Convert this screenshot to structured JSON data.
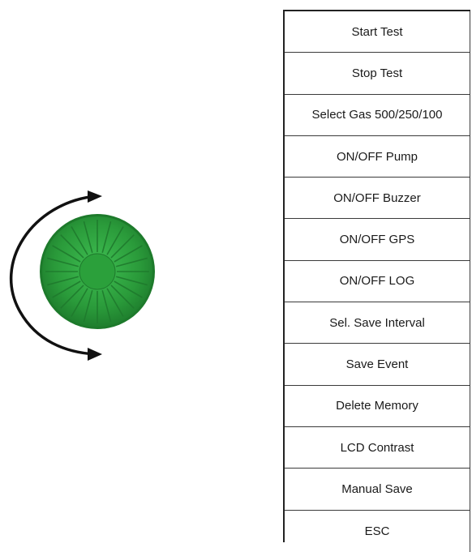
{
  "knob": {
    "icon": "rotary-encoder-knob-icon",
    "color": "#2e9e3e",
    "rotation_indicator": "double-arrow-arc-icon"
  },
  "menu": {
    "items": [
      {
        "label": "Start Test"
      },
      {
        "label": "Stop Test"
      },
      {
        "label": "Select Gas 500/250/100"
      },
      {
        "label": "ON/OFF Pump"
      },
      {
        "label": "ON/OFF Buzzer"
      },
      {
        "label": "ON/OFF GPS"
      },
      {
        "label": "ON/OFF LOG"
      },
      {
        "label": "Sel. Save Interval"
      },
      {
        "label": "Save Event"
      },
      {
        "label": "Delete Memory"
      },
      {
        "label": "LCD Contrast"
      },
      {
        "label": "Manual Save"
      },
      {
        "label": "ESC"
      }
    ]
  }
}
